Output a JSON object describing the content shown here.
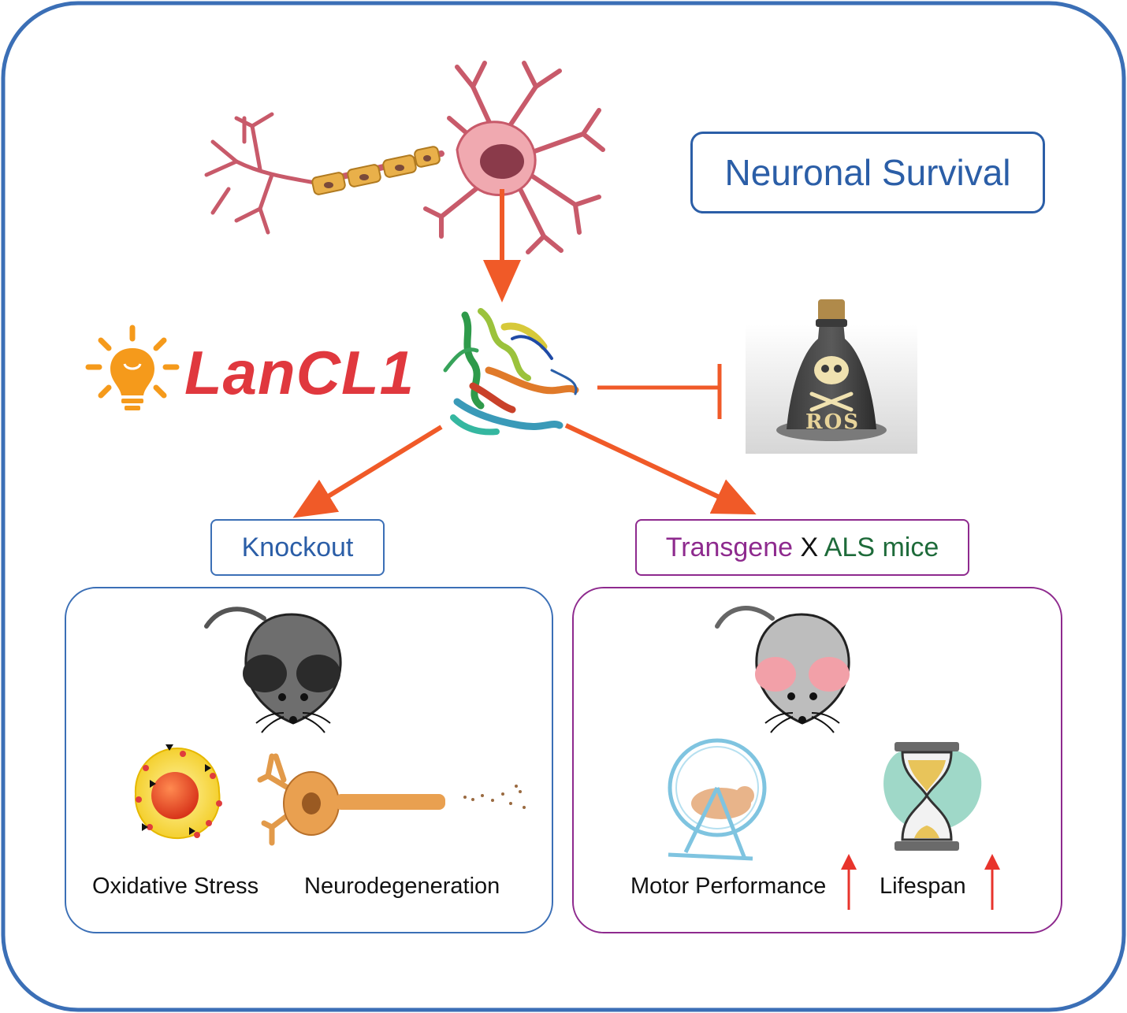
{
  "title_box": {
    "text": "Neuronal Survival"
  },
  "protein_label": {
    "text": "LanCL1"
  },
  "ros_label": {
    "text": "ROS"
  },
  "knockout": {
    "header": "Knockout",
    "effects": [
      "Oxidative Stress",
      "Neurodegeneration"
    ]
  },
  "transgene": {
    "header_part1": "Transgene",
    "header_x": "X",
    "header_part2": "ALS mice",
    "effects": [
      "Motor Performance",
      "Lifespan"
    ]
  },
  "colors": {
    "frame_blue": "#3b6fb6",
    "label_blue": "#2b5ea7",
    "purple": "#8e2a8e",
    "green": "#1e6b3a",
    "arrow_orange": "#f05a28",
    "lancl1_red": "#e0383e",
    "bulb_orange": "#f59a1b",
    "up_red": "#e8342c"
  },
  "icons": [
    "neuron-icon",
    "protein-structure-icon",
    "lightbulb-icon",
    "poison-bottle-icon",
    "knockout-mouse-icon",
    "transgenic-mouse-icon",
    "oxidative-cell-icon",
    "degenerating-neuron-icon",
    "hamster-wheel-icon",
    "hourglass-icon",
    "up-arrow-icon"
  ]
}
